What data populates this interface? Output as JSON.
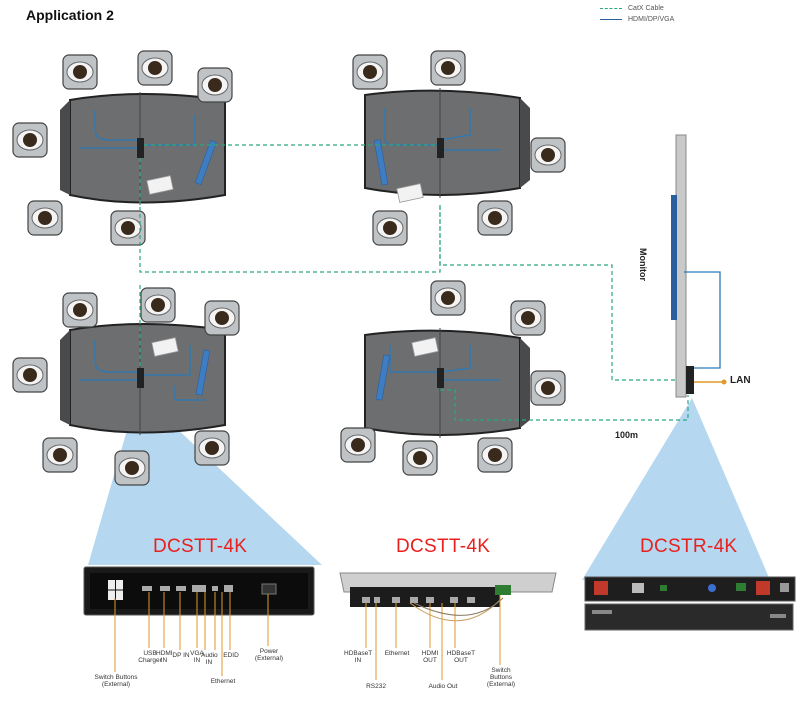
{
  "title": "Application 2",
  "legend": {
    "catx": "CatX Cable",
    "hdmi": "HDMI/DP/VGA"
  },
  "colors": {
    "catx": "#2aa880",
    "hdmi": "#2a5f9e",
    "product_label": "#e8211e",
    "table": "#6d6e70",
    "callout": "#9ccaea"
  },
  "monitor_label": "Monitor",
  "lan_label": "LAN",
  "distance_label": "100m",
  "products": {
    "left": "DCSTT-4K",
    "middle": "DCSTT-4K",
    "right": "DCSTR-4K"
  },
  "left_ports": {
    "switch_buttons": "Switch Buttons (External)",
    "usb_charger": "USB Charger",
    "hdmi_in": "HDMI IN",
    "dp_in": "DP IN",
    "vga_in": "VGA IN",
    "audio_in": "Audio IN",
    "ethernet": "Ethernet",
    "edid": "EDID",
    "power": "Power (External)"
  },
  "middle_ports": {
    "hdbaset_in": "HDBaseT IN",
    "rs232": "RS232",
    "ethernet": "Ethernet",
    "hdmi_out": "HDMI OUT",
    "audio_out": "Audio Out",
    "hdbaset_out": "HDBaseT OUT",
    "switch_buttons": "Switch Buttons (External)"
  }
}
